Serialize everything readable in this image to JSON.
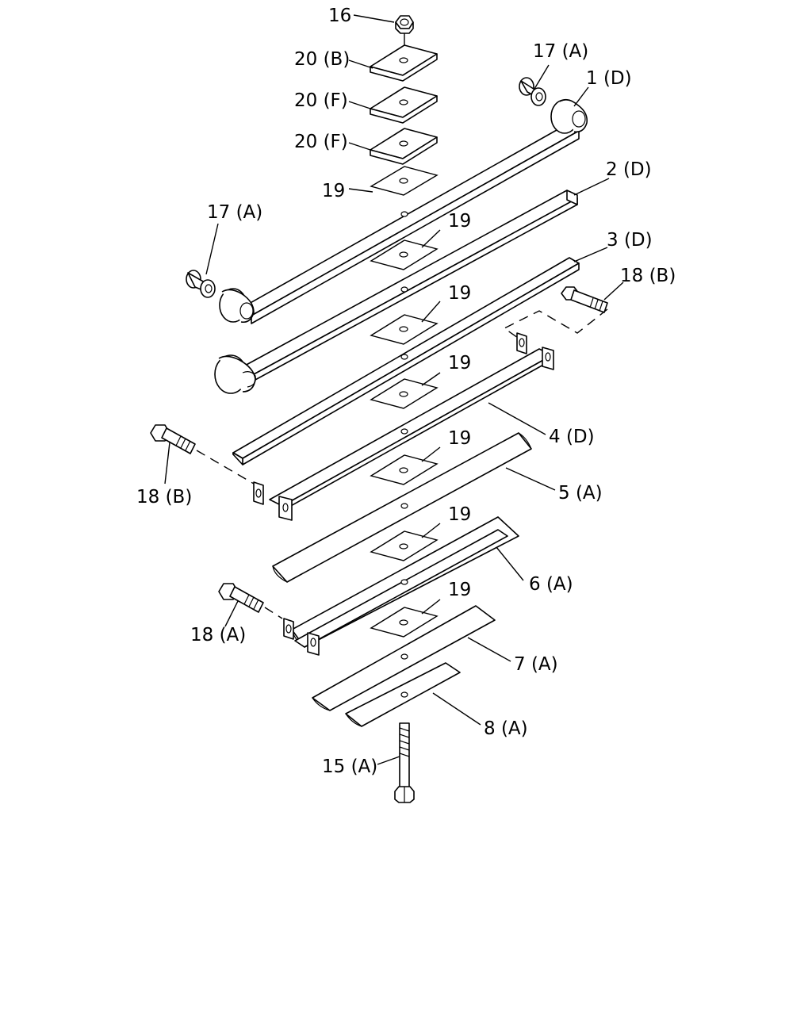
{
  "callouts": {
    "c16": "16",
    "c20b": "20 (B)",
    "c20f1": "20 (F)",
    "c20f2": "20 (F)",
    "c19_top": "19",
    "c17a_top": "17 (A)",
    "c1d": "1 (D)",
    "c2d": "2 (D)",
    "c17a_left": "17 (A)",
    "c19_1": "19",
    "c3d": "3 (D)",
    "c18b_right": "18 (B)",
    "c19_2": "19",
    "c19_3": "19",
    "c4d": "4 (D)",
    "c18b_left": "18 (B)",
    "c19_4": "19",
    "c5a": "5 (A)",
    "c19_5": "19",
    "c6a": "6 (A)",
    "c18a": "18 (A)",
    "c19_6": "19",
    "c7a": "7 (A)",
    "c8a": "8 (A)",
    "c15a": "15 (A)"
  }
}
